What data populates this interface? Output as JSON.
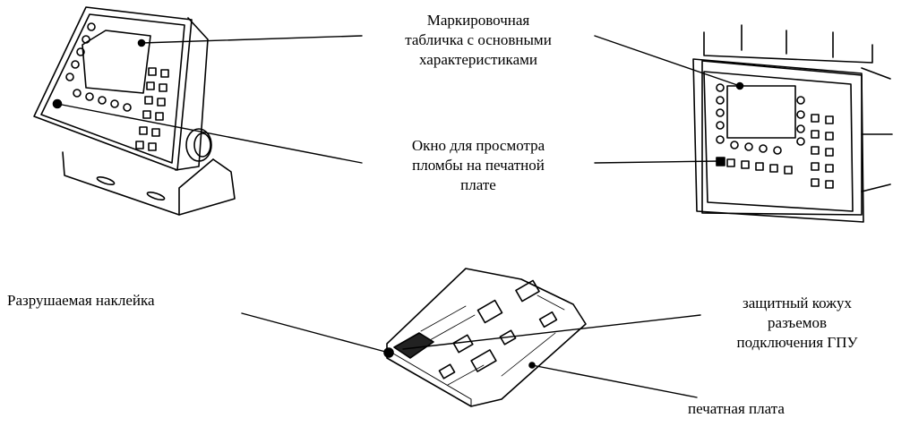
{
  "labels": {
    "nameplate": [
      "Маркировочная",
      "табличка с основными",
      "характеристиками"
    ],
    "seal_window": [
      "Окно для просмотра",
      "пломбы на печатной",
      "плате"
    ],
    "destructible_sticker": "Разрушаемая наклейка",
    "connector_cover": [
      "защитный кожух",
      "разъемов",
      "подключения ГПУ"
    ],
    "circuit_board": "печатная плата"
  }
}
